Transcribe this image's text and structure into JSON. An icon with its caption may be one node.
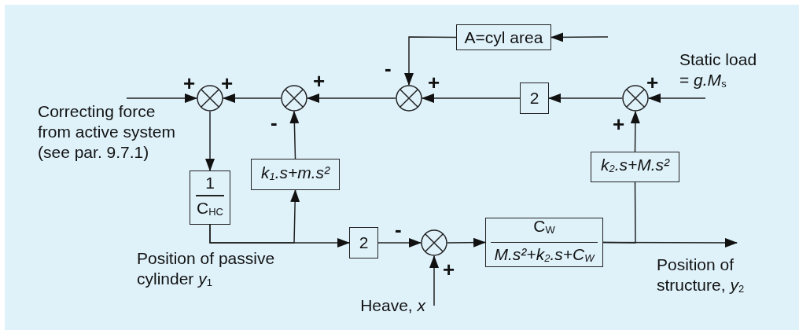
{
  "diagram": {
    "nodes": [
      {
        "text": [
          "A=cyl area"
        ]
      },
      {
        "text": [
          "Static load = *g.M*$_{s}$"
        ]
      },
      {
        "text": [],
        "shape": "circle"
      },
      {
        "text": [],
        "shape": "circle"
      },
      {
        "text": [],
        "shape": "circle"
      },
      {
        "text": [
          "2"
        ]
      },
      {
        "text": [],
        "shape": "circle"
      },
      {
        "text": [
          "Correcting force from active system (see par. 9.7.1)"
        ]
      },
      {
        "text": [
          "k$_{2}$.s+M.s²"
        ]
      },
      {
        "text": [
          "k$_{1}$.s+m.s²"
        ]
      },
      {
        "text": [
          "1",
          "C$_{HC}$"
        ]
      },
      {
        "text": [
          "C$_{W}$",
          "M.s²+k$_{2}$.s+C$_{W}$"
        ]
      },
      {
        "text": [
          "2"
        ]
      },
      {
        "text": [],
        "shape": "circle"
      },
      {
        "text": [
          "Heave, *x*"
        ]
      }
    ],
    "edges": [
      {
        "from": null,
        "to": 0,
        "arrow": "to"
      },
      {
        "from": 0,
        "to": 4,
        "arrow": "to"
      },
      {
        "from": 1,
        "to": 6,
        "arrow": "to"
      },
      {
        "from": 6,
        "to": 5,
        "arrow": "to"
      },
      {
        "from": 5,
        "to": 4,
        "arrow": "to"
      },
      {
        "from": 4,
        "to": 3,
        "arrow": "to"
      },
      {
        "from": 3,
        "to": 2,
        "arrow": "to"
      },
      {
        "from": 7,
        "to": 2,
        "arrow": "to"
      },
      {
        "from": 2,
        "to": 10,
        "arrow": "to"
      },
      {
        "from": 10,
        "to": 12,
        "arrow": "to"
      },
      {
        "from": 10,
        "to": 9,
        "arrow": "to"
      },
      {
        "from": 9,
        "to": 3,
        "arrow": "to"
      },
      {
        "from": 12,
        "to": 13,
        "arrow": "to"
      },
      {
        "from": 14,
        "to": 13,
        "arrow": "to"
      },
      {
        "from": 13,
        "to": 11,
        "arrow": "to"
      },
      {
        "from": 11,
        "to": null,
        "arrow": "to"
      },
      {
        "from": 11,
        "to": 8,
        "arrow": "none"
      },
      {
        "from": 8,
        "to": 6,
        "arrow": "to"
      }
    ],
    "labels": [
      "-",
      "+",
      "+",
      "+",
      "+",
      "+",
      "-",
      "+",
      "-",
      "Position of passive cylinder *y*$_{1}$",
      "+",
      "Position of structure, *y*$_{2}$"
    ]
  }
}
